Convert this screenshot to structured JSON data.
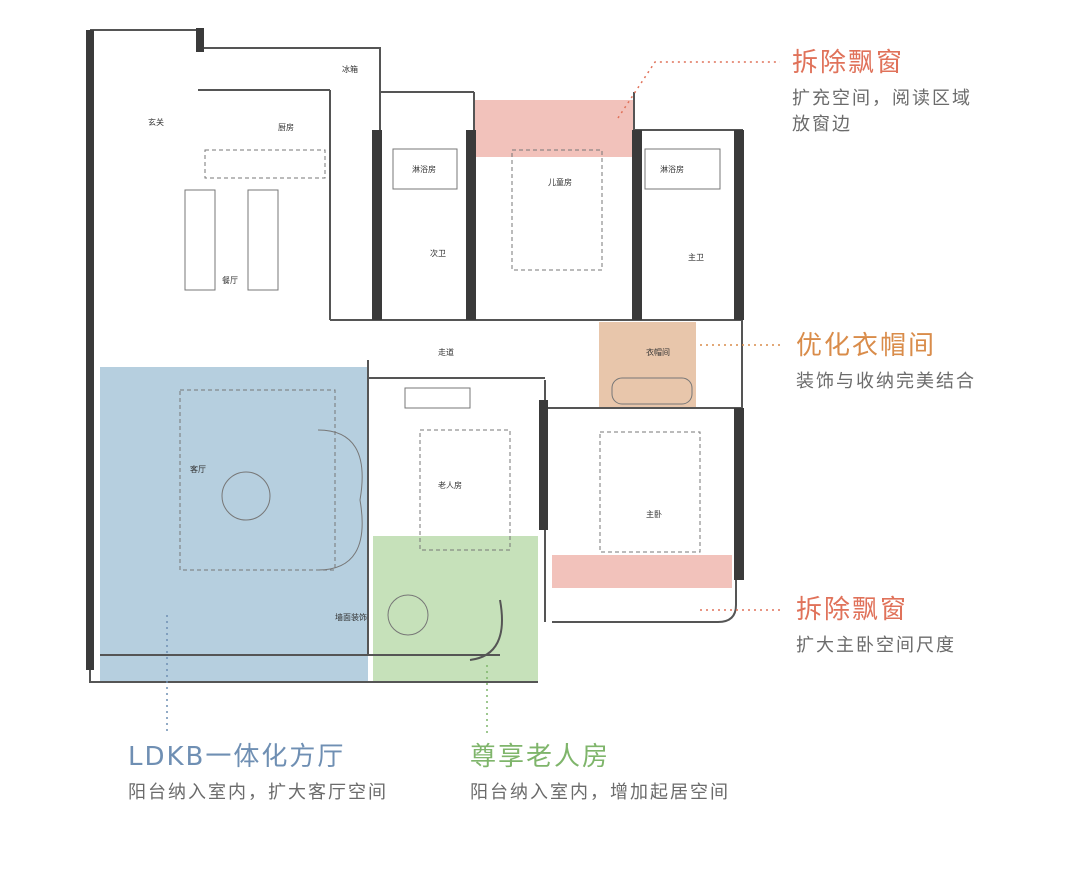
{
  "colors": {
    "red_text": "#e0725a",
    "orange_text": "#d98c4a",
    "blue_text": "#6f8fb3",
    "green_text": "#7fb56b",
    "living_zone": "#a9c7d9",
    "elderly_zone": "#bcdcae",
    "window_zone": "#efb3aa",
    "closet_zone": "#e2b896"
  },
  "rooms": {
    "foyer": "玄关",
    "kitchen": "厨房",
    "fridge": "冰箱",
    "dining": "餐厅",
    "bath1": "淋浴房",
    "second_wc": "次卫",
    "kids_room": "儿童房",
    "bath2": "淋浴房",
    "master_wc": "主卫",
    "corridor": "走道",
    "closet": "衣帽间",
    "living": "客厅",
    "elderly_room": "老人房",
    "master_bedroom": "主卧",
    "feature_wall": "墙面装饰"
  },
  "annotations": {
    "kids_window": {
      "title": "拆除飘窗",
      "lines": [
        "扩充空间，阅读区域",
        "放窗边"
      ]
    },
    "closet": {
      "title": "优化衣帽间",
      "lines": [
        "装饰与收纳完美结合"
      ]
    },
    "master_window": {
      "title": "拆除飘窗",
      "lines": [
        "扩大主卧空间尺度"
      ]
    },
    "living": {
      "title": "LDKB一体化方厅",
      "lines": [
        "阳台纳入室内，扩大客厅空间"
      ]
    },
    "elderly": {
      "title": "尊享老人房",
      "lines": [
        "阳台纳入室内，增加起居空间"
      ]
    }
  }
}
